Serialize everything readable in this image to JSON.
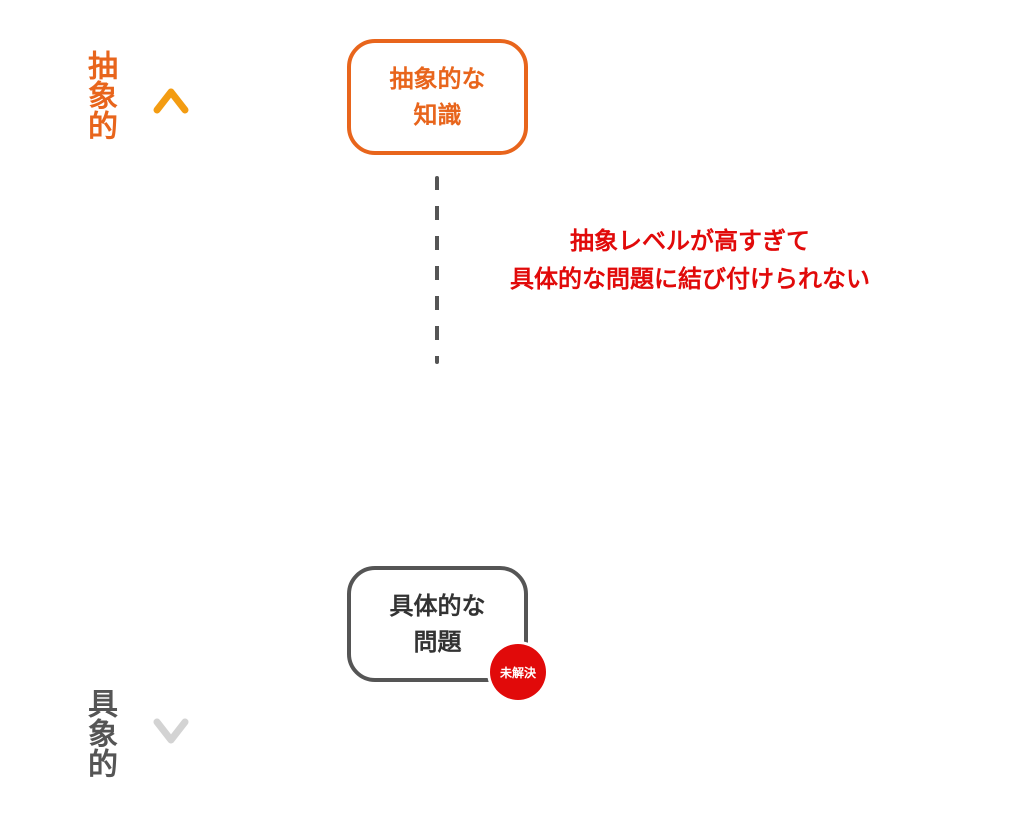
{
  "axis": {
    "top_label": "抽象的",
    "bottom_label": "具象的",
    "gradient_top_color": "#f39c12",
    "gradient_bottom_color": "#d3d3d3"
  },
  "nodes": {
    "abstract": {
      "label": "抽象的な\n知識",
      "color": "#e8651c"
    },
    "concrete": {
      "label": "具体的な\n問題",
      "color": "#555555",
      "badge": "未解決",
      "badge_color": "#e10a0a"
    }
  },
  "annotation": {
    "line1": "抽象レベルが高すぎて",
    "line2": "具体的な問題に結び付けられない",
    "color": "#e10a0a"
  }
}
